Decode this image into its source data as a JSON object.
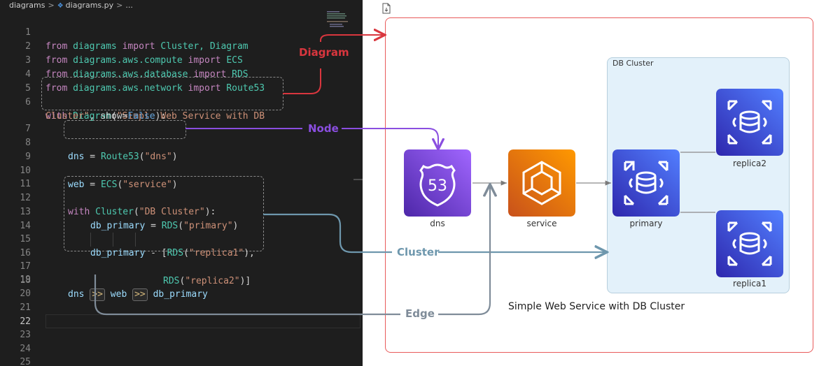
{
  "breadcrumb": {
    "folder": "diagrams",
    "file": "diagrams.py",
    "more": "..."
  },
  "editor": {
    "current_line": 22,
    "line_numbers": [
      "1",
      "2",
      "3",
      "4",
      "5",
      "6",
      "7",
      "8",
      "9",
      "10",
      "11",
      "12",
      "13",
      "14",
      "15",
      "16",
      "17",
      "18",
      "19",
      "20",
      "21",
      "22",
      "23",
      "24",
      "25"
    ],
    "l1": {
      "kw": "from",
      "mod": "diagrams",
      "kw2": "import",
      "rest": "Cluster, Diagram"
    },
    "l2": {
      "kw": "from",
      "mod": "diagrams.aws.compute",
      "kw2": "import",
      "rest": "ECS"
    },
    "l3": {
      "kw": "from",
      "mod": "diagrams.aws.database",
      "kw2": "import",
      "rest": "RDS"
    },
    "l4": {
      "kw": "from",
      "mod": "diagrams.aws.network",
      "kw2": "import",
      "rest": "Route53"
    },
    "l6": {
      "kw": "with",
      "cls": "Diagram",
      "open": "(",
      "str": "\"Simple Web Service with DB"
    },
    "l6b": {
      "str": "Cluster\"",
      "mid": ", show=",
      "bool": "False",
      "end": "):"
    },
    "l8": {
      "var": "dns",
      "eq": " = ",
      "cls": "Route53",
      "open": "(",
      "str": "\"dns\"",
      "close": ")"
    },
    "l10": {
      "var": "web",
      "eq": " = ",
      "cls": "ECS",
      "open": "(",
      "str": "\"service\"",
      "close": ")"
    },
    "l12": {
      "kw": "with",
      "cls": "Cluster",
      "open": "(",
      "str": "\"DB Cluster\"",
      "close": "):"
    },
    "l13": {
      "var": "db_primary",
      "eq": " = ",
      "cls": "RDS",
      "open": "(",
      "str": "\"primary\"",
      "close": ")"
    },
    "l15": {
      "var": "db_primary",
      "eq": " - [",
      "cls": "RDS",
      "open": "(",
      "str": "\"replica1\"",
      "close": "),"
    },
    "l16": {
      "cls": "RDS",
      "open": "(",
      "str": "\"replica2\"",
      "close": ")]"
    },
    "l18": {
      "a": "dns",
      "op": ">>",
      "b": "web",
      "op2": ">>",
      "c": "db_primary"
    }
  },
  "annotations": {
    "diagram": "Diagram",
    "node": "Node",
    "cluster": "Cluster",
    "edge": "Edge"
  },
  "diagram": {
    "cluster_label": "DB Cluster",
    "nodes": {
      "dns": "dns",
      "dns_badge": "53",
      "service": "service",
      "primary": "primary",
      "replica1": "replica1",
      "replica2": "replica2"
    },
    "caption": "Simple Web Service with DB Cluster"
  },
  "colors": {
    "diagram_annotation": "#d9363e",
    "node_annotation": "#8a4ee0",
    "cluster_annotation": "#6e97ad",
    "edge_annotation": "#7f8c99",
    "route53": "#8c4fff",
    "ecs": "#ed7100",
    "rds": "#3b48cc"
  }
}
